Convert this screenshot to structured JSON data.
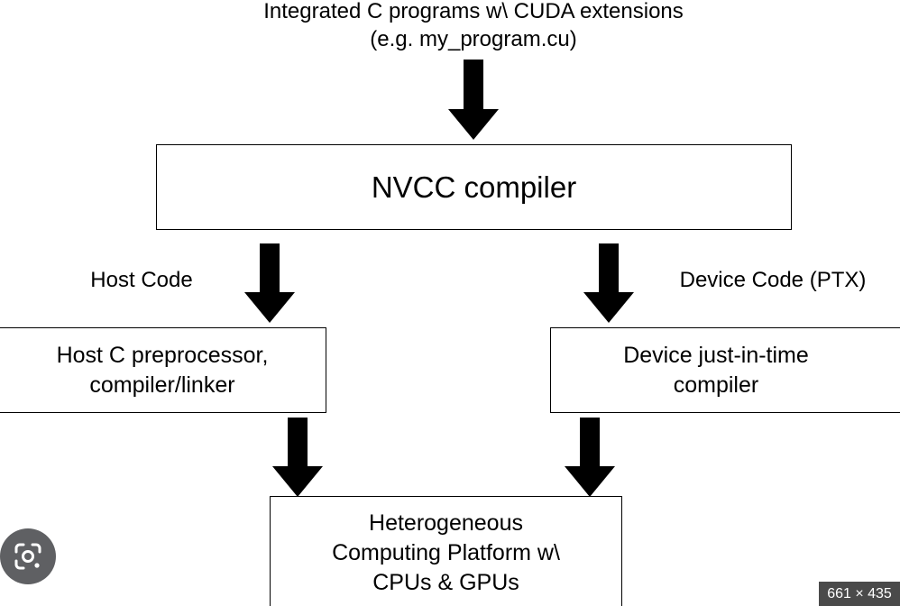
{
  "source": {
    "line1": "Integrated C programs w\\ CUDA extensions",
    "line2": "(e.g. my_program.cu)"
  },
  "compiler": {
    "label": "NVCC compiler"
  },
  "branches": {
    "host_label": "Host Code",
    "device_label": "Device Code (PTX)"
  },
  "host_box": {
    "line1": "Host C preprocessor,",
    "line2": "compiler/linker"
  },
  "device_box": {
    "line1": "Device just-in-time",
    "line2": "compiler"
  },
  "platform_box": {
    "line1": "Heterogeneous",
    "line2": "Computing Platform w\\",
    "line3": "CPUs & GPUs"
  },
  "overlay": {
    "dimensions": "661 × 435",
    "lens_icon": "google-lens-icon"
  }
}
